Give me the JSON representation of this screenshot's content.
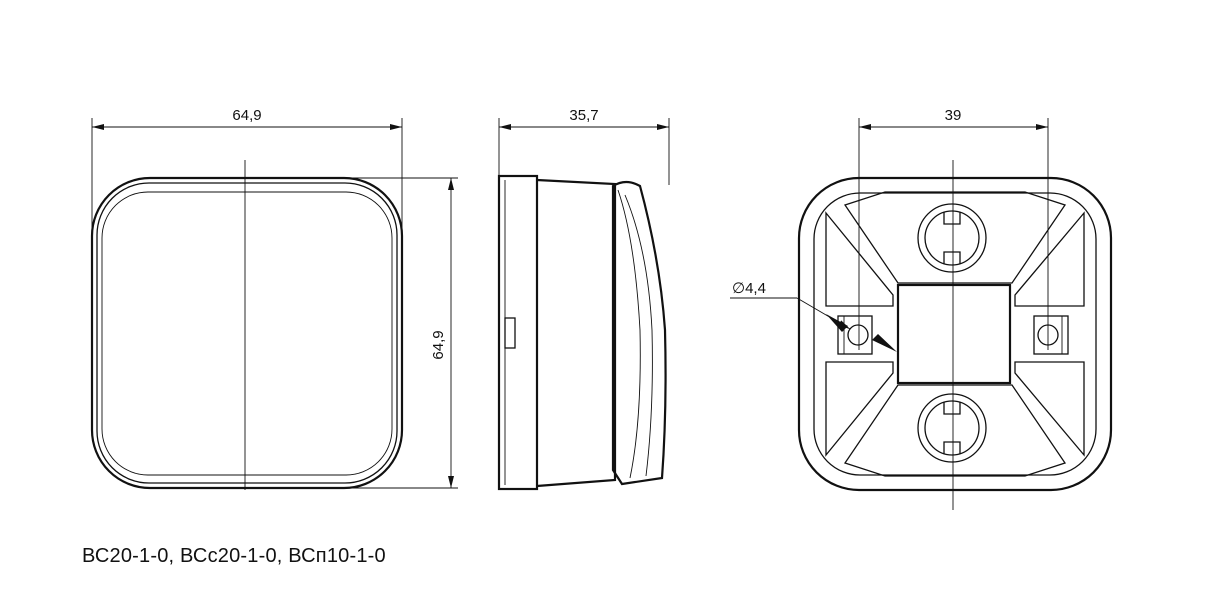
{
  "views": {
    "front": {
      "width_label": "64,9",
      "height_label": "64,9"
    },
    "side": {
      "depth_label": "35,7"
    },
    "back": {
      "mount_distance_label": "39",
      "hole_diameter_label": "∅4,4"
    }
  },
  "caption": "ВС20-1-0, ВСс20-1-0, ВСп10-1-0"
}
